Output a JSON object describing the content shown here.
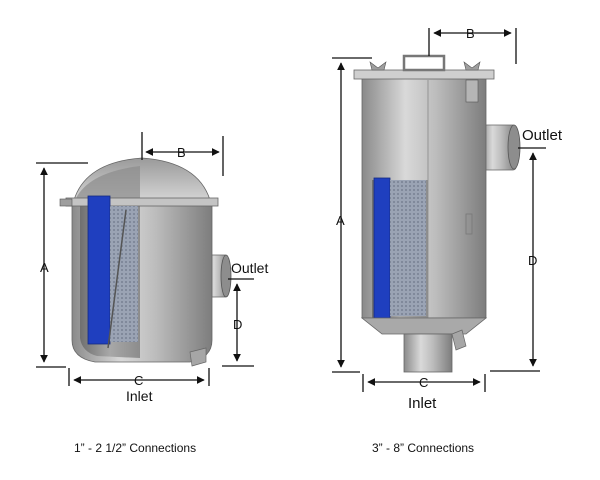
{
  "small_filter": {
    "dimensions": {
      "a": "A",
      "b": "B",
      "c": "C",
      "d": "D"
    },
    "outlet_label": "Outlet",
    "inlet_label": "Inlet",
    "caption": "1” - 2 1/2” Connections"
  },
  "large_filter": {
    "dimensions": {
      "a": "A",
      "b": "B",
      "c": "C",
      "d": "D"
    },
    "outlet_label": "Outlet",
    "inlet_label": "Inlet",
    "caption": "3” - 8” Connections"
  },
  "colors": {
    "steel_light": "#d8d8d8",
    "steel_mid": "#a9a9a9",
    "steel_dark": "#7a7a7a",
    "filter_blue": "#1f3fbf",
    "mesh": "#8f9bb0",
    "dimension_line": "#111111"
  }
}
